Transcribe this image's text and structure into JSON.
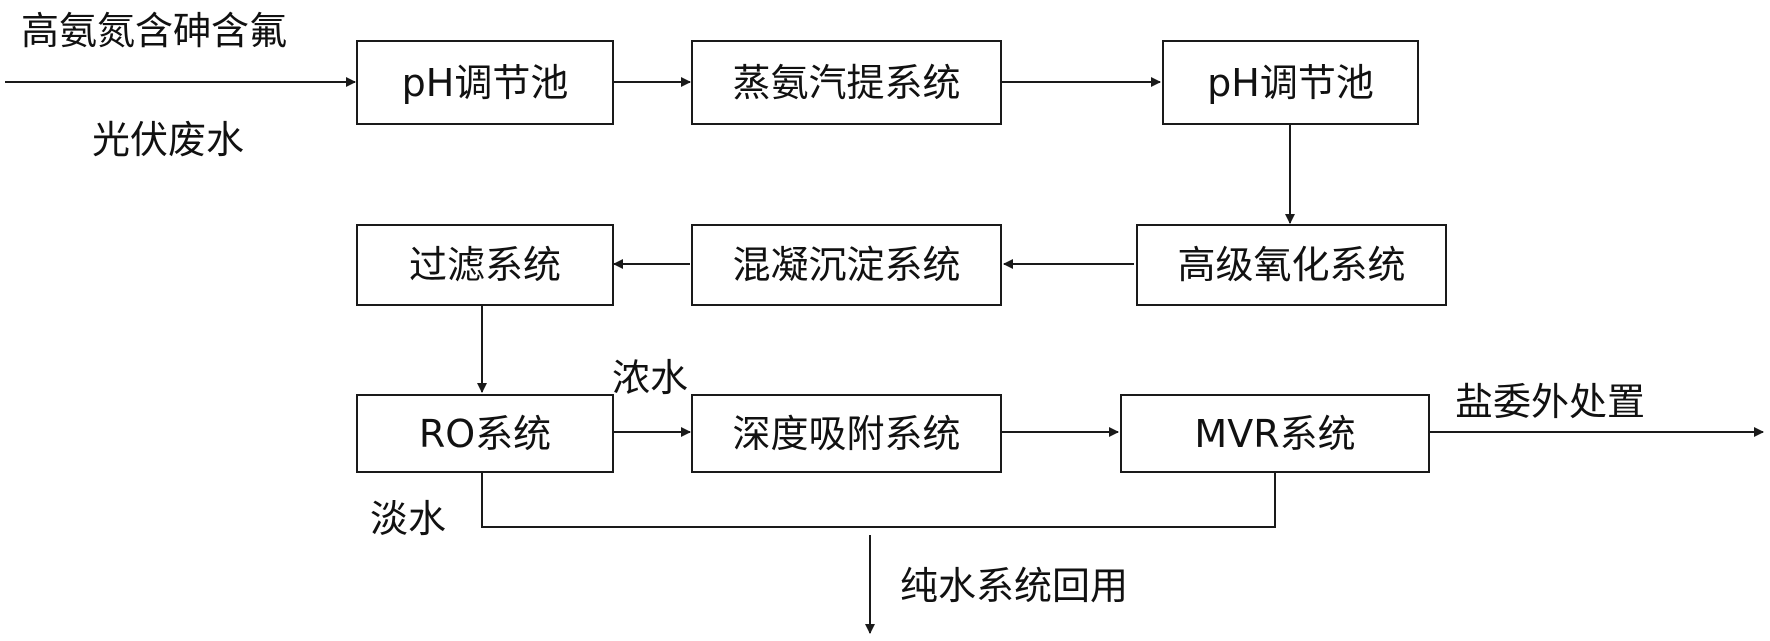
{
  "diagram": {
    "input_label": {
      "line1": "高氨氮含砷含氟",
      "line2": "光伏废水"
    },
    "nodes": {
      "ph_tank_1": "pH调节池",
      "ammonia_stripping": "蒸氨汽提系统",
      "ph_tank_2": "pH调节池",
      "advanced_oxidation": "高级氧化系统",
      "coagulation": "混凝沉淀系统",
      "filtration": "过滤系统",
      "ro": "RO系统",
      "deep_adsorption": "深度吸附系统",
      "mvr": "MVR系统"
    },
    "edge_labels": {
      "concentrate": "浓水",
      "fresh_water": "淡水",
      "salt_output": "盐委外处置",
      "pure_water_reuse": "纯水系统回用"
    }
  }
}
